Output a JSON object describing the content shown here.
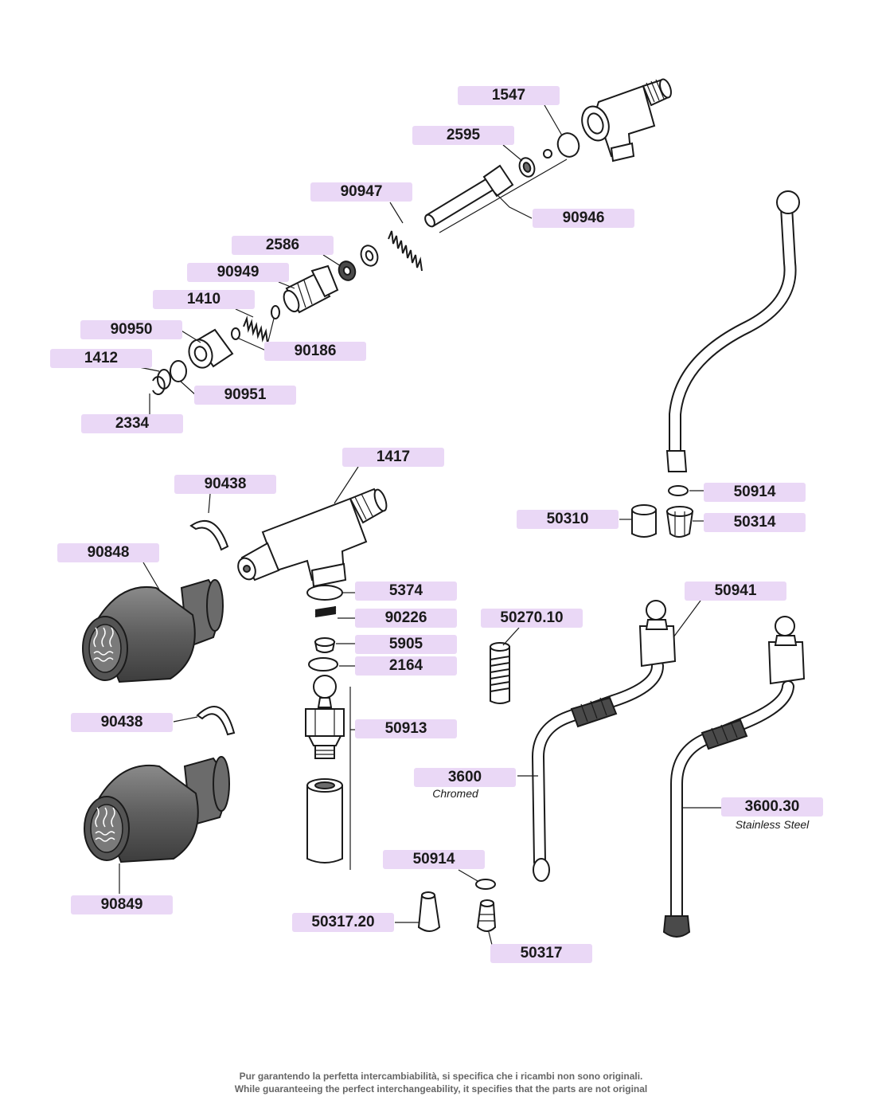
{
  "parts": {
    "p1547": "1547",
    "p2595": "2595",
    "p90947": "90947",
    "p90946": "90946",
    "p2586": "2586",
    "p90949": "90949",
    "p1410": "1410",
    "p90950": "90950",
    "p90186": "90186",
    "p1412": "1412",
    "p90951": "90951",
    "p2334": "2334",
    "p1417": "1417",
    "p90438a": "90438",
    "p90848": "90848",
    "p5374": "5374",
    "p90226": "90226",
    "p5905": "5905",
    "p2164": "2164",
    "p50913": "50913",
    "p90438b": "90438",
    "p90849": "90849",
    "p50914a": "50914",
    "p50310": "50310",
    "p50314": "50314",
    "p50941": "50941",
    "p50270": "50270.10",
    "p3600": "3600",
    "p3600_30": "3600.30",
    "p50914b": "50914",
    "p50317_20": "50317.20",
    "p50317": "50317"
  },
  "notes": {
    "chromed": "Chromed",
    "stainless": "Stainless Steel"
  },
  "footer": {
    "line1": "Pur garantendo la perfetta intercambiabilità, si specifica che i ricambi non sono originali.",
    "line2": "While guaranteeing the perfect interchangeability, it specifies that the parts are not original"
  }
}
